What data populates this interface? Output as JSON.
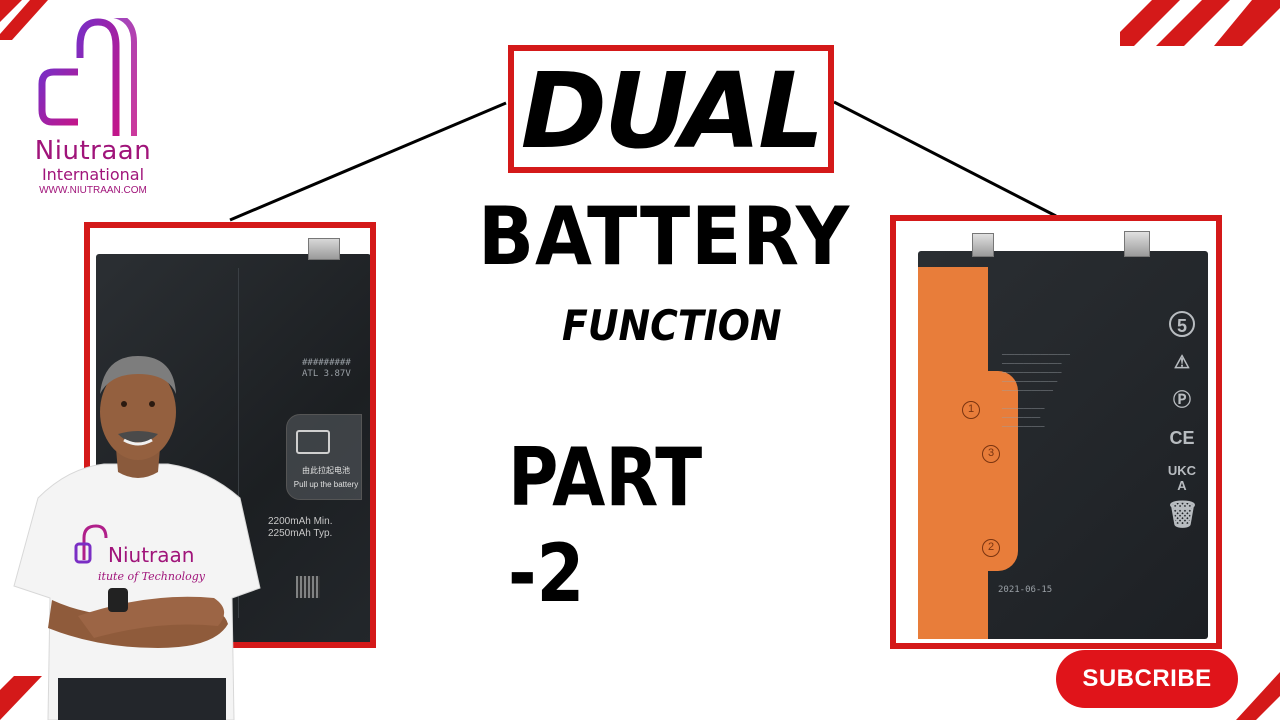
{
  "brand": {
    "name": "Niutraan",
    "subtitle": "International",
    "url": "WWW.NIUTRAAN.COM",
    "color": "#a0147a"
  },
  "title": {
    "dual": "DUAL",
    "battery": "BATTERY",
    "function": "FUNCTION",
    "part": "PART -2"
  },
  "left_battery": {
    "label_cn": "由此拉起电池",
    "label_en": "Pull up the battery",
    "capacity_min": "2200mAh Min.",
    "capacity_typ": "2250mAh Typ."
  },
  "right_battery": {
    "circle_1": "1",
    "circle_2": "2",
    "circle_3": "3",
    "badge_5": "5",
    "ce": "CE",
    "ukca": "UKCA",
    "date": "2021-06-15"
  },
  "person_shirt": "Niutraan",
  "subscribe": {
    "label": "SUBCRIBE"
  },
  "colors": {
    "accent": "#d41919",
    "subscribe": "#e0141a"
  }
}
